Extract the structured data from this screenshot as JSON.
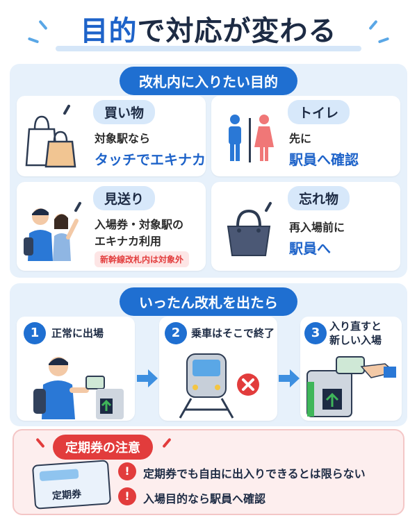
{
  "title": {
    "part1": "目的",
    "part2": "で対応が変わる"
  },
  "section1": {
    "header": "改札内に入りたい目的",
    "cards": [
      {
        "pill": "買い物",
        "line1": "対象駅なら",
        "line2": "タッチでエキナカ"
      },
      {
        "pill": "トイレ",
        "line1": "先に",
        "line2": "駅員へ確認"
      },
      {
        "pill": "見送り",
        "line1": "入場券・対象駅の",
        "line2": "エキナカ利用",
        "tag": "新幹線改札内は対象外"
      },
      {
        "pill": "忘れ物",
        "line1": "再入場前に",
        "line2": "駅員へ"
      }
    ]
  },
  "section2": {
    "header": "いったん改札を出たら",
    "steps": [
      {
        "num": "1",
        "text1": "正常に出場",
        "text2": ""
      },
      {
        "num": "2",
        "text1": "乗車はそこで終了",
        "text2": ""
      },
      {
        "num": "3",
        "text1": "入り直すと",
        "text2": "新しい入場"
      }
    ]
  },
  "section3": {
    "header": "定期券の注意",
    "card_label": "定期券",
    "notes": [
      "定期券でも自由に出入りできるとは限らない",
      "入場目的なら駅員へ確認"
    ]
  },
  "colors": {
    "brand_blue": "#1f6fd1",
    "title_blue": "#1e63c9",
    "panel_bg": "#e7f1fb",
    "warning_red": "#e23c3c"
  }
}
